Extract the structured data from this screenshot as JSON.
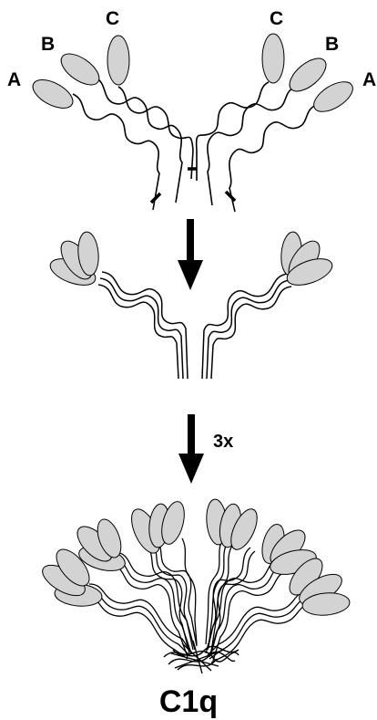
{
  "labels": {
    "chain_left_a": "A",
    "chain_left_b": "B",
    "chain_left_c": "C",
    "chain_right_c": "C",
    "chain_right_b": "B",
    "chain_right_a": "A",
    "multiplier": "3x",
    "title": "C1q"
  },
  "colors": {
    "head_fill": "#d3d3d3",
    "stroke": "#000000",
    "background": "#ffffff"
  },
  "icons": {
    "step_arrow": "down-arrow-icon"
  }
}
